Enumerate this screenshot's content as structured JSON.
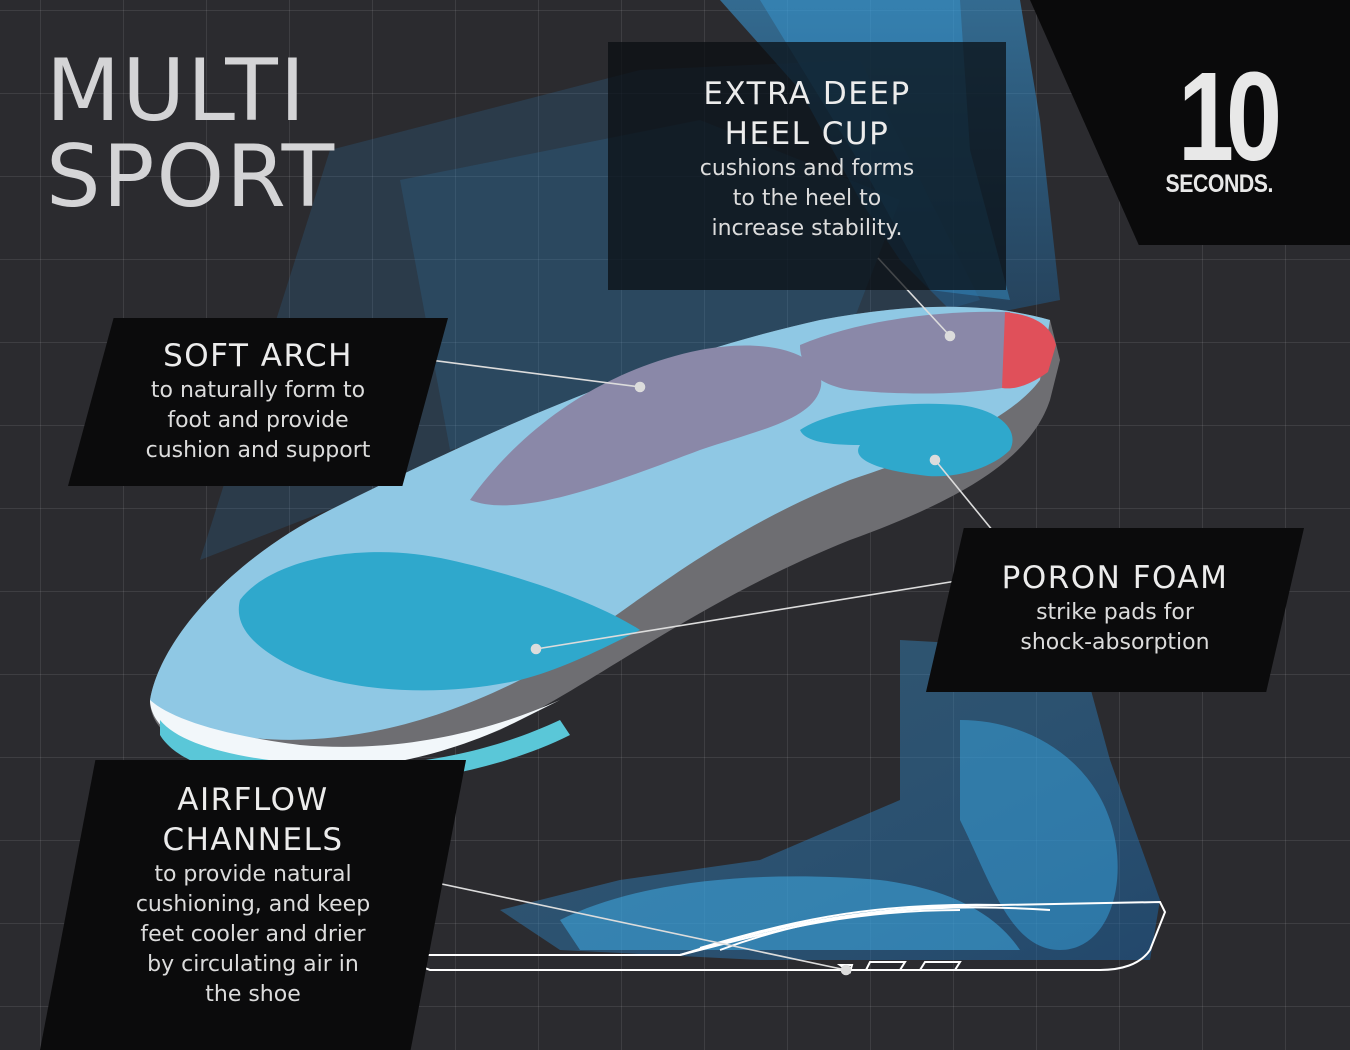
{
  "title": {
    "line1": "MULTI",
    "line2": "SPORT"
  },
  "brand": {
    "number": "10",
    "name": "SECONDS."
  },
  "callouts": {
    "heel_cup": {
      "heading_line1": "EXTRA DEEP",
      "heading_line2": "HEEL CUP",
      "desc_line1": "cushions and forms",
      "desc_line2": "to the heel to",
      "desc_line3": "increase stability."
    },
    "soft_arch": {
      "heading": "SOFT ARCH",
      "desc_line1": "to naturally form to",
      "desc_line2": "foot and provide",
      "desc_line3": "cushion and support"
    },
    "poron_foam": {
      "heading": "PORON FOAM",
      "desc_line1": "strike pads for",
      "desc_line2": "shock-absorption"
    },
    "airflow": {
      "heading_line1": "AIRFLOW",
      "heading_line2": "CHANNELS",
      "desc_line1": "to provide natural",
      "desc_line2": "cushioning, and keep",
      "desc_line3": "feet cooler and drier",
      "desc_line4": "by circulating air in",
      "desc_line5": "the shoe"
    }
  },
  "colors": {
    "background": "#2b2b2f",
    "insole_light_blue": "#8fc8e4",
    "poron_foam": "#2fa8cc",
    "arch_purple": "#8a88a8",
    "heel_accent": "#e0505a",
    "foot_silhouette": "#2a8fcf"
  }
}
